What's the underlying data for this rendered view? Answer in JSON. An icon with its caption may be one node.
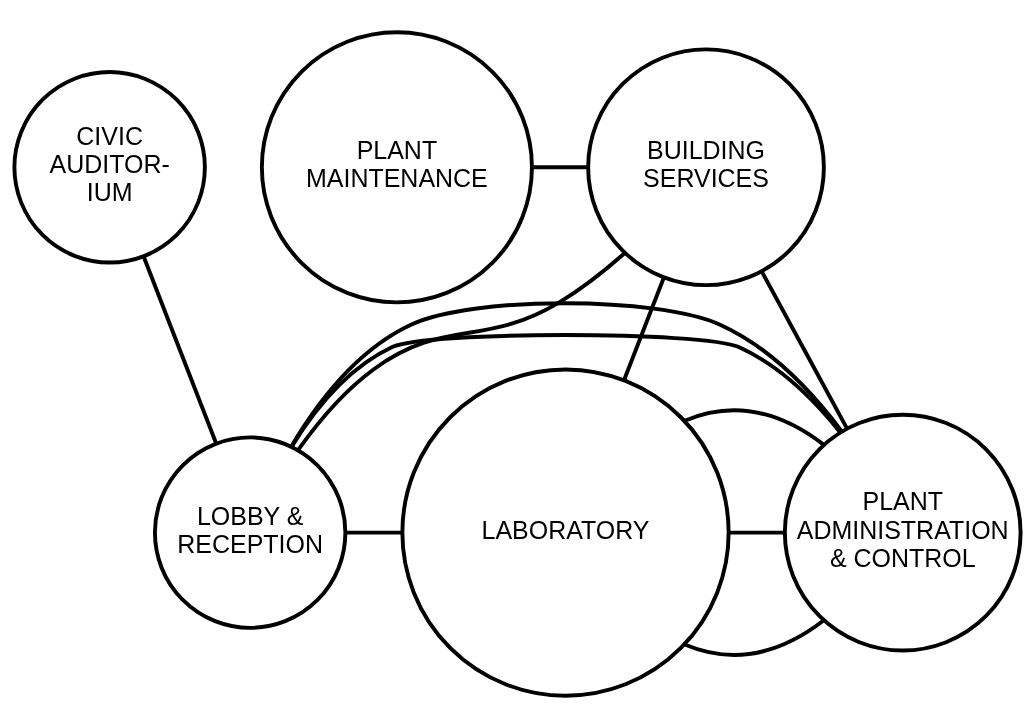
{
  "diagram": {
    "nodes": [
      {
        "text": [
          "BUILDING SERVICES"
        ]
      },
      {
        "text": [
          "PLANT MAINTENANCE"
        ]
      },
      {
        "text": [
          "CIVIC AUDITOR- IUM"
        ]
      },
      {
        "text": [
          "LOBBY & RECEPTION"
        ]
      },
      {
        "text": [
          "LABORATORY"
        ]
      },
      {
        "text": [
          "PLANT ADMINISTRATION & CONTROL"
        ]
      }
    ],
    "edges": [
      {
        "from": 1,
        "to": 0,
        "arrow": "none"
      },
      {
        "from": 0,
        "to": 3,
        "arrow": "none"
      },
      {
        "from": 0,
        "to": 4,
        "arrow": "none"
      },
      {
        "from": 0,
        "to": 5,
        "arrow": "none"
      },
      {
        "from": 2,
        "to": 3,
        "arrow": "none"
      },
      {
        "from": 3,
        "to": 4,
        "arrow": "none"
      },
      {
        "from": 3,
        "to": 5,
        "arrow": "none"
      },
      {
        "from": 3,
        "to": 5,
        "arrow": "none"
      },
      {
        "from": 4,
        "to": 5,
        "arrow": "none"
      },
      {
        "from": 4,
        "to": 5,
        "arrow": "none"
      },
      {
        "from": 4,
        "to": 5,
        "arrow": "none"
      }
    ]
  }
}
